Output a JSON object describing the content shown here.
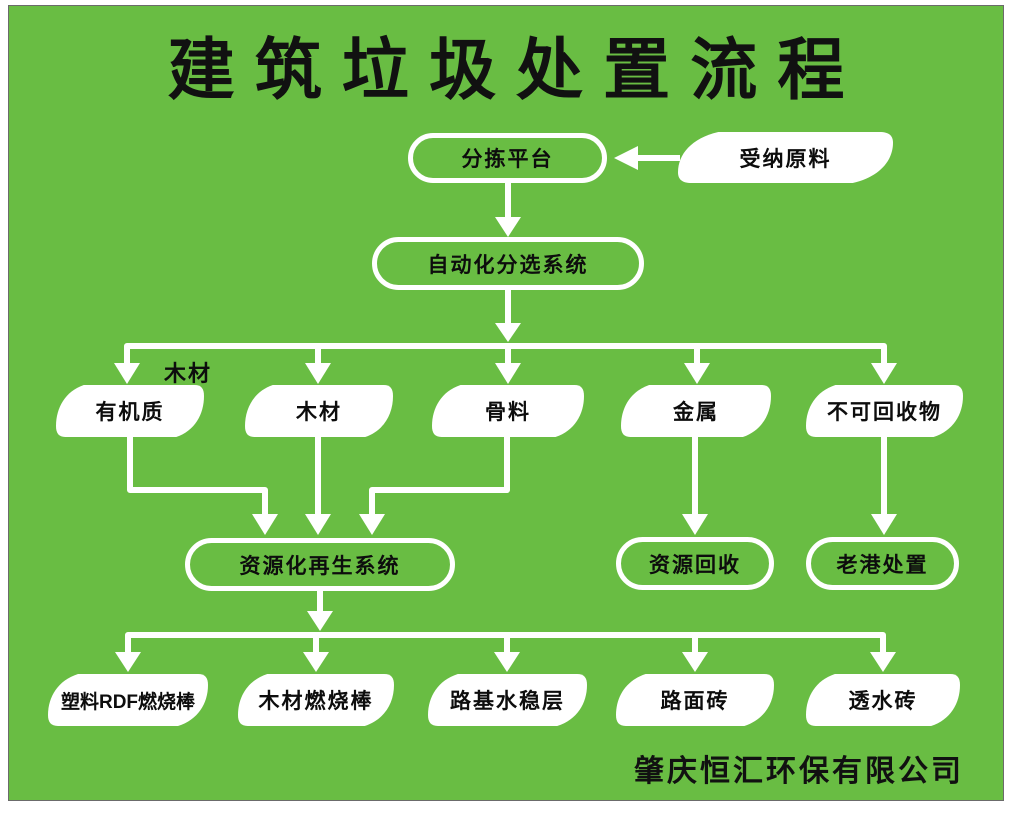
{
  "title": "建筑垃圾处置流程",
  "company": "肇庆恒汇环保有限公司",
  "floating_label": "木材",
  "colors": {
    "background": "#69bd43",
    "node_fill": "#ffffff",
    "node_border": "#ffffff",
    "line": "#ffffff",
    "text": "#111111"
  },
  "nodes": {
    "raw_material": {
      "label": "受纳原料"
    },
    "sorting_platform": {
      "label": "分拣平台"
    },
    "auto_sorting_system": {
      "label": "自动化分选系统"
    },
    "organic": {
      "label": "有机质"
    },
    "wood": {
      "label": "木材"
    },
    "aggregate": {
      "label": "骨料"
    },
    "metal": {
      "label": "金属"
    },
    "non_recyclable": {
      "label": "不可回收物"
    },
    "recycling_system": {
      "label": "资源化再生系统"
    },
    "resource_recovery": {
      "label": "资源回收"
    },
    "laogang_disposal": {
      "label": "老港处置"
    },
    "plastic_rdf_rod": {
      "label": "塑料RDF燃烧棒"
    },
    "wood_burning_rod": {
      "label": "木材燃烧棒"
    },
    "roadbed_layer": {
      "label": "路基水稳层"
    },
    "pavement_brick": {
      "label": "路面砖"
    },
    "permeable_brick": {
      "label": "透水砖"
    }
  },
  "edges": [
    {
      "from": "raw_material",
      "to": "sorting_platform"
    },
    {
      "from": "sorting_platform",
      "to": "auto_sorting_system"
    },
    {
      "from": "auto_sorting_system",
      "to": "organic"
    },
    {
      "from": "auto_sorting_system",
      "to": "wood"
    },
    {
      "from": "auto_sorting_system",
      "to": "aggregate"
    },
    {
      "from": "auto_sorting_system",
      "to": "metal"
    },
    {
      "from": "auto_sorting_system",
      "to": "non_recyclable"
    },
    {
      "from": "organic",
      "to": "recycling_system"
    },
    {
      "from": "wood",
      "to": "recycling_system"
    },
    {
      "from": "aggregate",
      "to": "recycling_system"
    },
    {
      "from": "metal",
      "to": "resource_recovery"
    },
    {
      "from": "non_recyclable",
      "to": "laogang_disposal"
    },
    {
      "from": "recycling_system",
      "to": "plastic_rdf_rod"
    },
    {
      "from": "recycling_system",
      "to": "wood_burning_rod"
    },
    {
      "from": "recycling_system",
      "to": "roadbed_layer"
    },
    {
      "from": "recycling_system",
      "to": "pavement_brick"
    },
    {
      "from": "recycling_system",
      "to": "permeable_brick"
    }
  ]
}
